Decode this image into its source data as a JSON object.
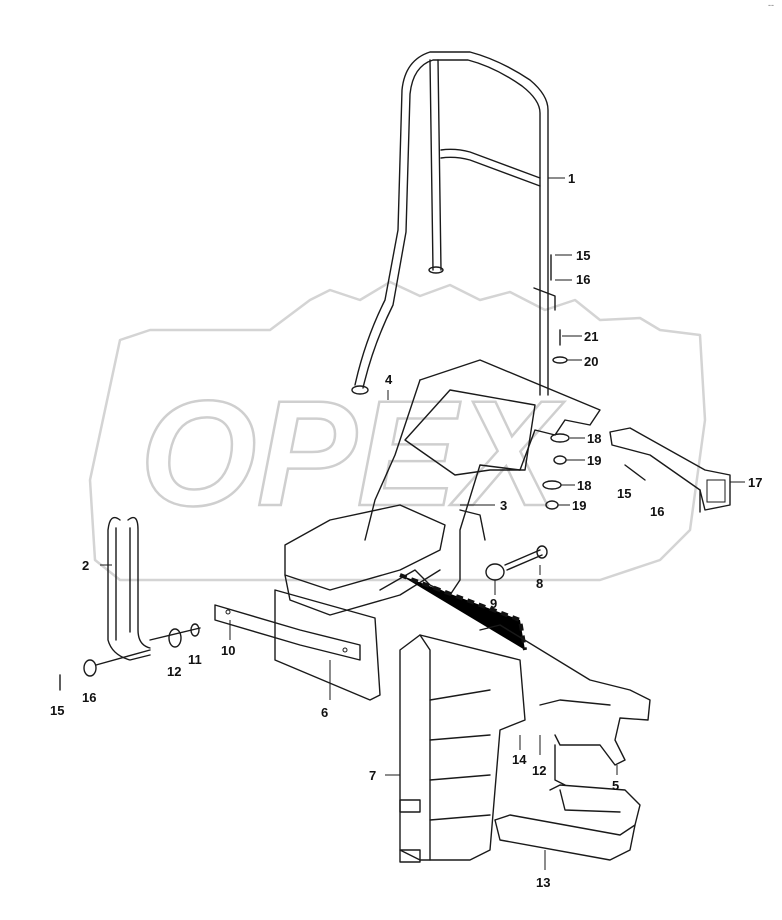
{
  "watermark": {
    "text": "OPEX",
    "color": "#cfcfcf"
  },
  "corner_mark": "--",
  "callouts": {
    "c1": "1",
    "c2": "2",
    "c3": "3",
    "c4": "4",
    "c5": "5",
    "c6": "6",
    "c7": "7",
    "c8": "8",
    "c9": "9",
    "c10": "10",
    "c11": "11",
    "c12a": "12",
    "c12b": "12",
    "c13": "13",
    "c14": "14",
    "c15a": "15",
    "c15b": "15",
    "c15c": "15",
    "c16a": "16",
    "c16b": "16",
    "c16c": "16",
    "c17": "17",
    "c18a": "18",
    "c18b": "18",
    "c19a": "19",
    "c19b": "19",
    "c20": "20",
    "c21": "21"
  }
}
